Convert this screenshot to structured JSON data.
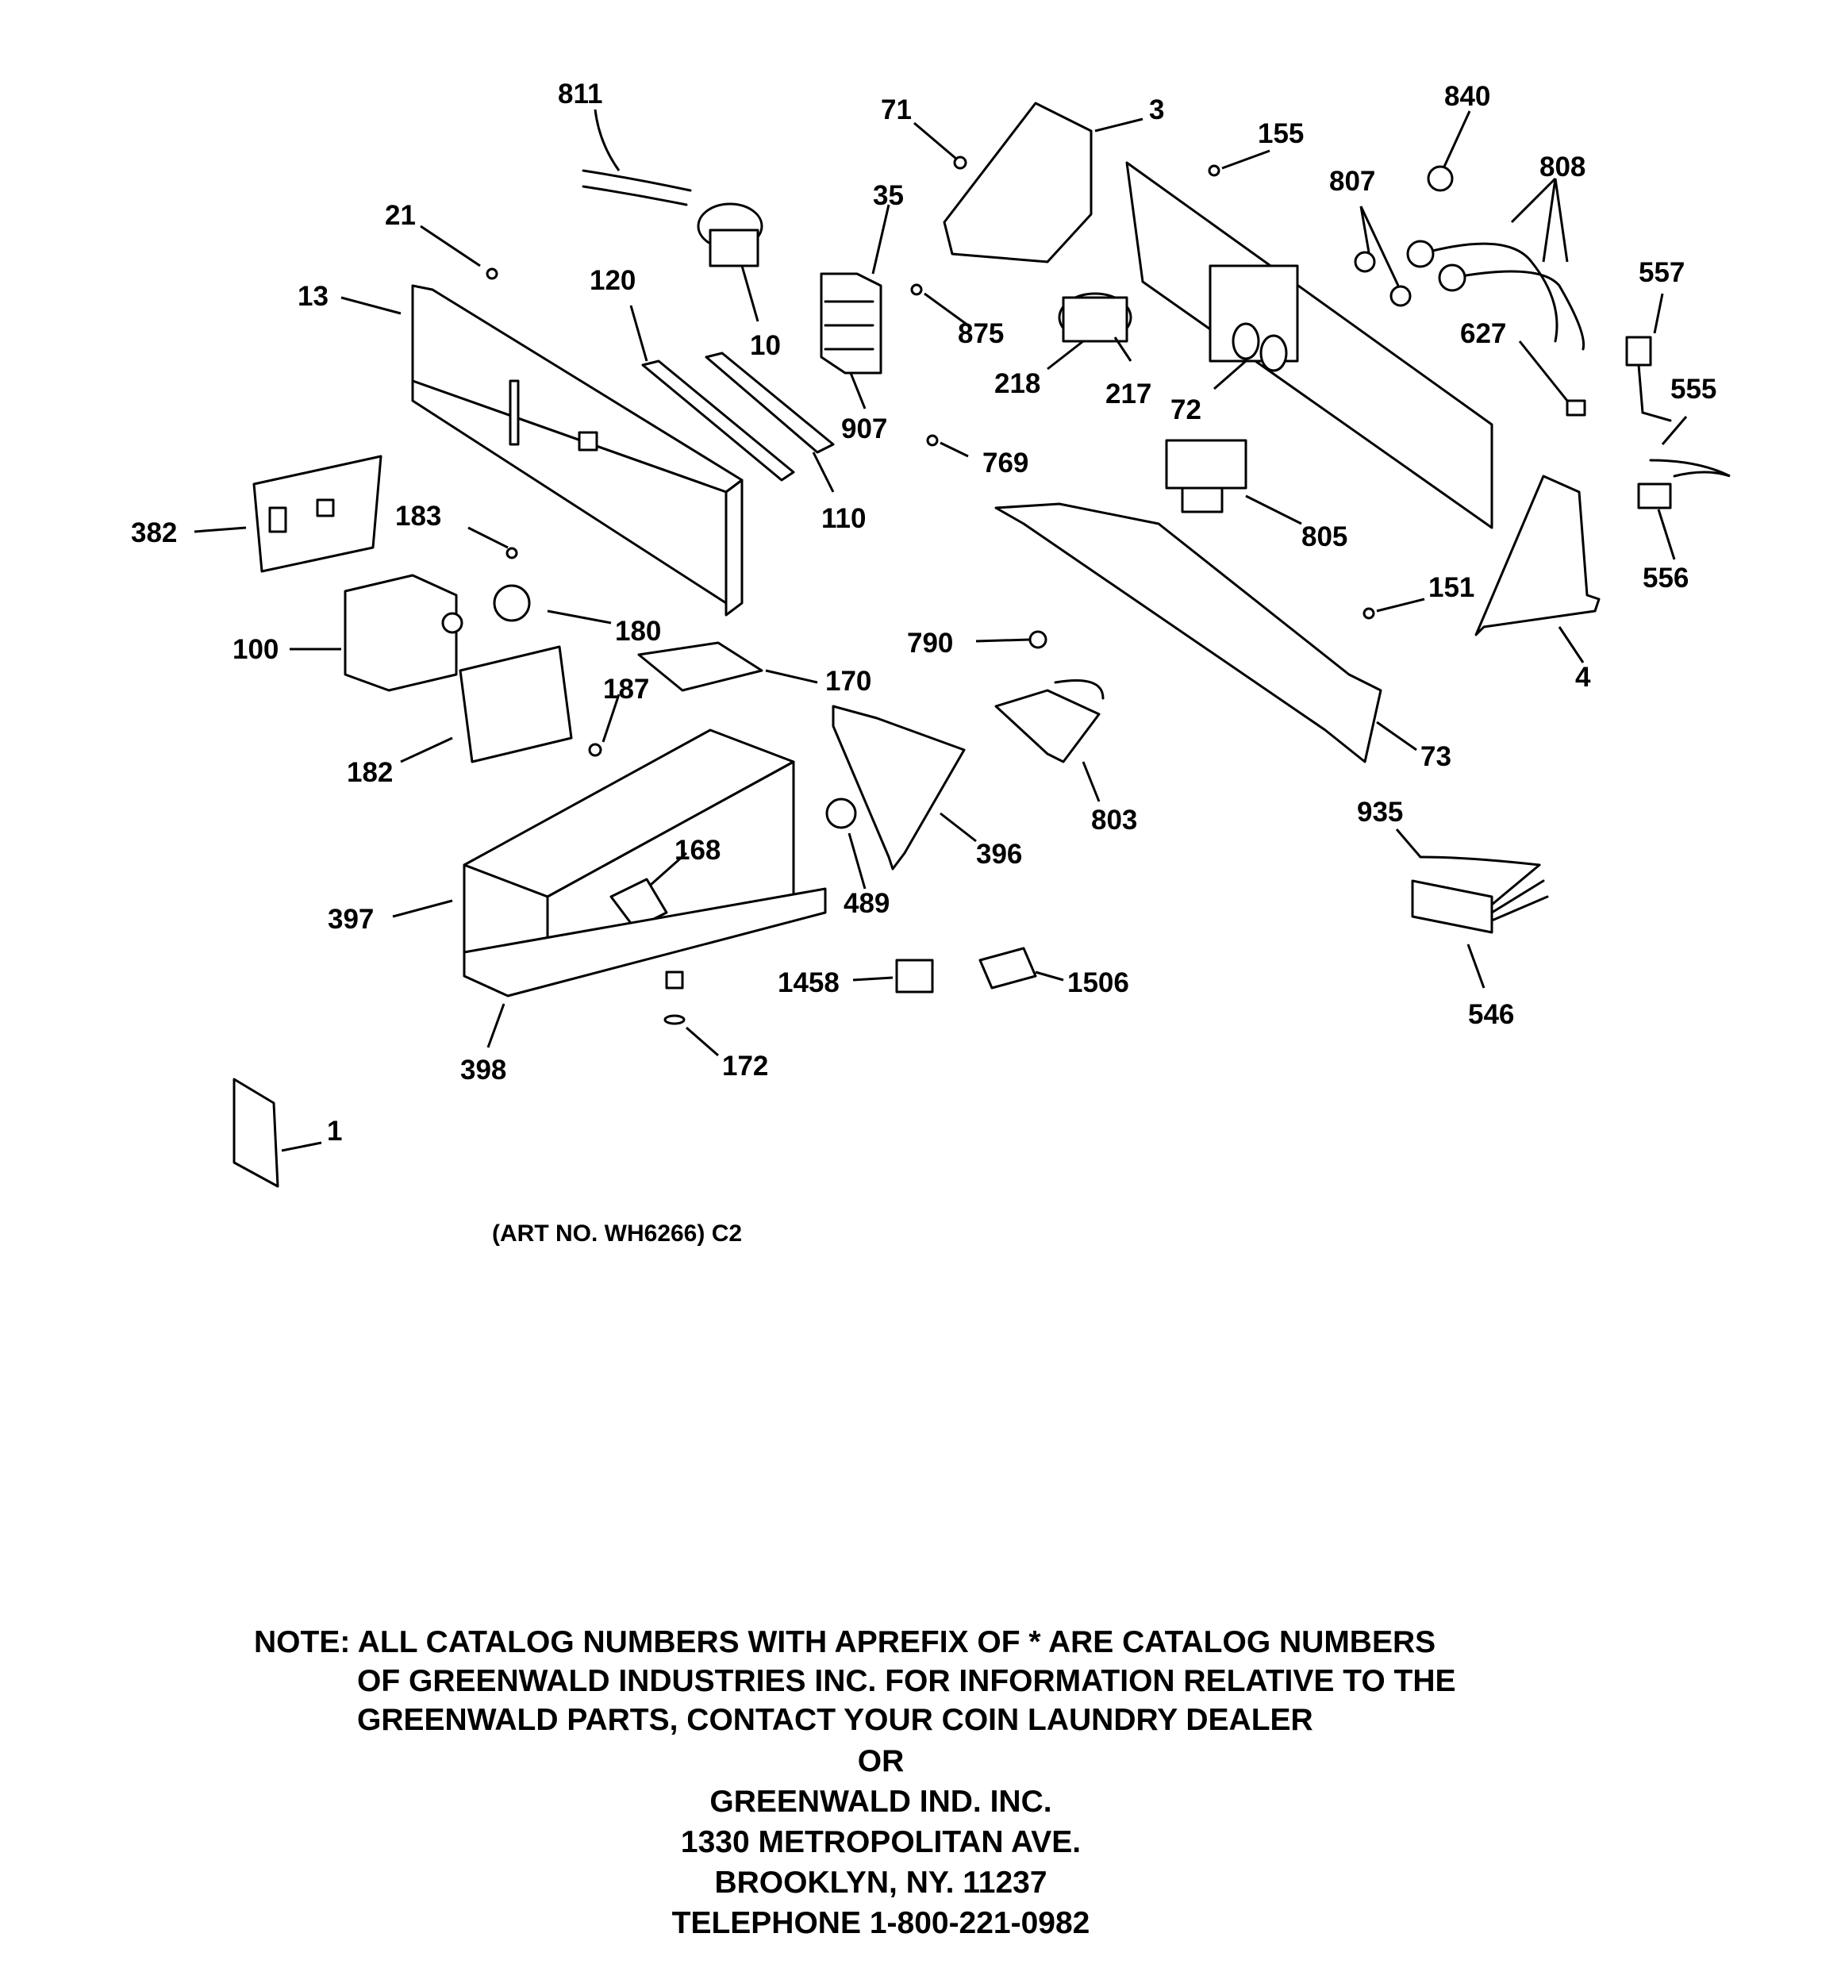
{
  "diagram": {
    "callouts": [
      "811",
      "71",
      "3",
      "840",
      "155",
      "807",
      "808",
      "35",
      "21",
      "120",
      "13",
      "10",
      "875",
      "218",
      "217",
      "627",
      "557",
      "72",
      "907",
      "555",
      "769",
      "110",
      "382",
      "183",
      "805",
      "556",
      "180",
      "151",
      "100",
      "790",
      "4",
      "187",
      "170",
      "182",
      "73",
      "803",
      "168",
      "396",
      "935",
      "397",
      "489",
      "1458",
      "1506",
      "546",
      "398",
      "172",
      "1"
    ],
    "art_number": "(ART NO. WH6266) C2"
  },
  "note": {
    "line1": "NOTE: ALL CATALOG NUMBERS WITH APREFIX OF * ARE CATALOG NUMBERS",
    "line2": "OF GREENWALD INDUSTRIES INC. FOR INFORMATION RELATIVE TO THE",
    "line3": "GREENWALD PARTS, CONTACT YOUR COIN LAUNDRY DEALER"
  },
  "address": {
    "or": "OR",
    "company": "GREENWALD IND. INC.",
    "street": "1330 METROPOLITAN AVE.",
    "city": "BROOKLYN, NY. 11237",
    "telephone": "TELEPHONE 1-800-221-0982"
  }
}
